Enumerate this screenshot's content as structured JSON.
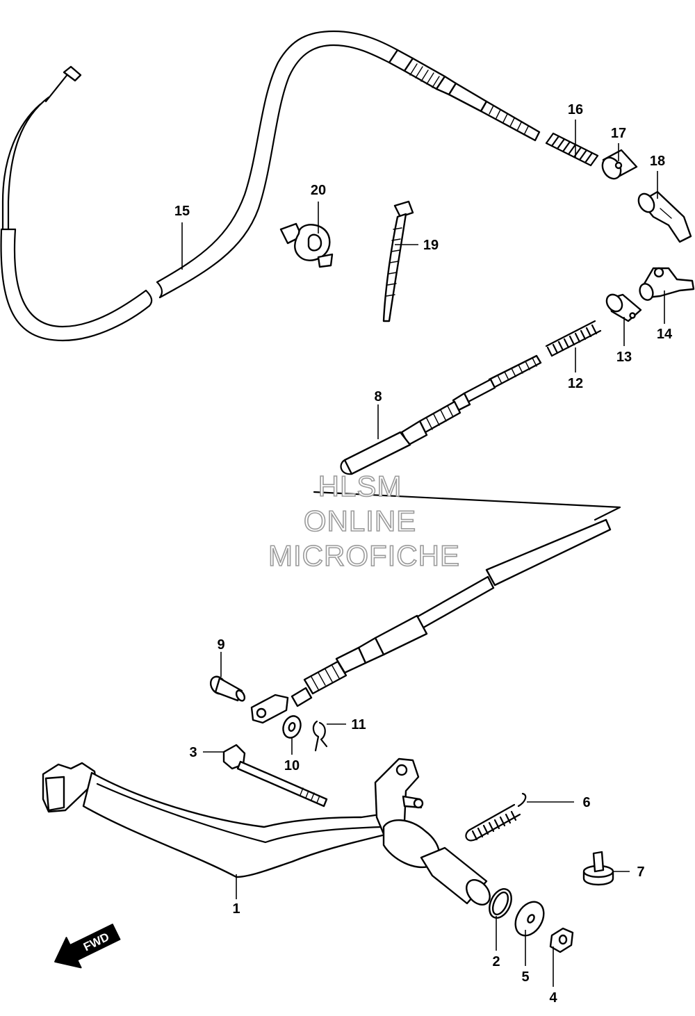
{
  "callouts": [
    {
      "id": "1",
      "text": "1"
    },
    {
      "id": "2",
      "text": "2"
    },
    {
      "id": "3",
      "text": "3"
    },
    {
      "id": "4",
      "text": "4"
    },
    {
      "id": "5",
      "text": "5"
    },
    {
      "id": "6",
      "text": "6"
    },
    {
      "id": "7",
      "text": "7"
    },
    {
      "id": "8",
      "text": "8"
    },
    {
      "id": "9",
      "text": "9"
    },
    {
      "id": "10",
      "text": "10"
    },
    {
      "id": "11",
      "text": "11"
    },
    {
      "id": "12",
      "text": "12"
    },
    {
      "id": "13",
      "text": "13"
    },
    {
      "id": "14",
      "text": "14"
    },
    {
      "id": "15",
      "text": "15"
    },
    {
      "id": "16",
      "text": "16"
    },
    {
      "id": "17",
      "text": "17"
    },
    {
      "id": "18",
      "text": "18"
    },
    {
      "id": "19",
      "text": "19"
    },
    {
      "id": "20",
      "text": "20"
    }
  ],
  "watermark": {
    "line1": "HLSM",
    "line2": "ONLINE",
    "line3": "MICROFICHE"
  },
  "direction_arrow": {
    "label": "FWD",
    "icon": "fwd-arrow-icon"
  },
  "colors": {
    "line": "#000000",
    "watermark_outline": "#9a9a9a",
    "background": "#ffffff"
  }
}
